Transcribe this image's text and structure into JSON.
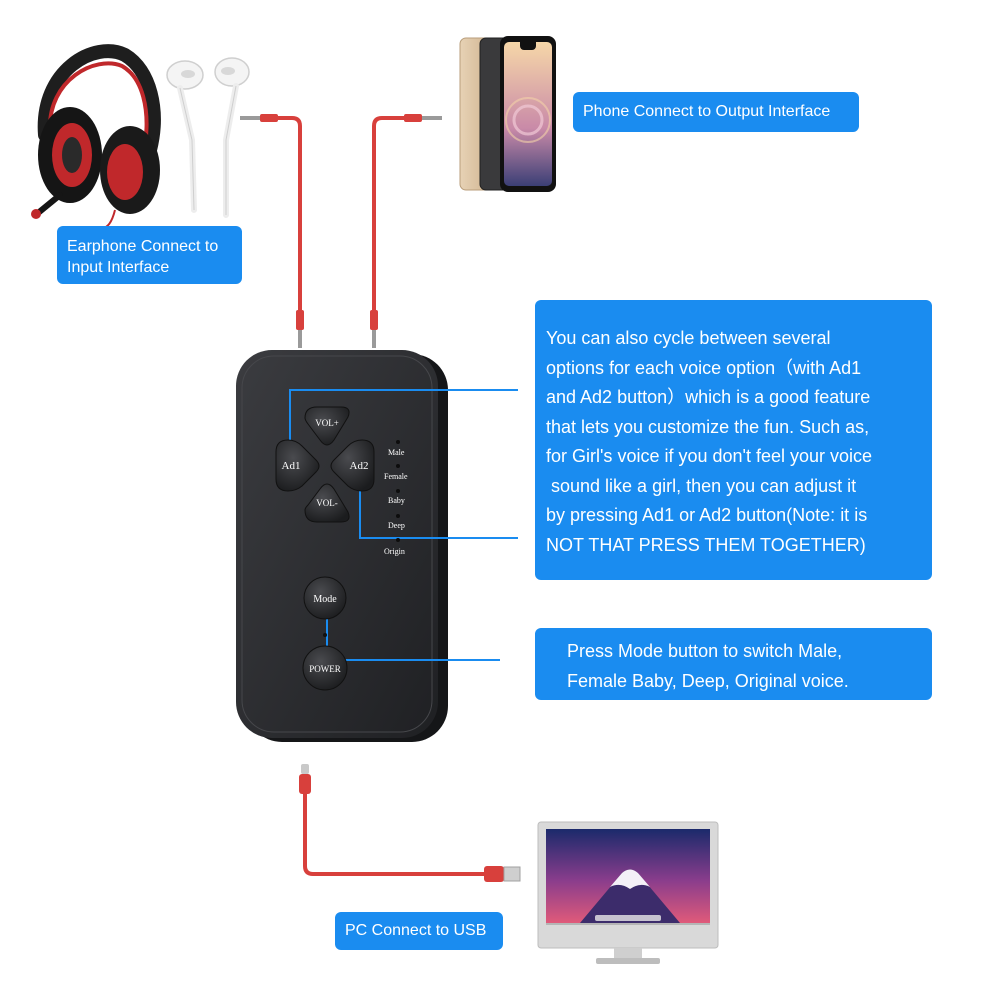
{
  "callouts": {
    "phone": "Phone Connect to Output Interface",
    "earphone_lines": [
      "Earphone Connect to",
      "Input Interface"
    ],
    "usb": "PC Connect to USB",
    "feature_lines": [
      "You can also cycle between several",
      "options for each voice option（with Ad1",
      "and Ad2 button）which is a good feature",
      "that lets you customize the fun. Such as,",
      "for Girl's voice if you don't feel your voice",
      " sound like a girl, then you can adjust it",
      "by pressing Ad1 or Ad2 button(Note: it is",
      "NOT THAT PRESS THEM TOGETHER)"
    ],
    "mode_lines": [
      "Press Mode button to switch Male,",
      "Female Baby, Deep, Original voice."
    ]
  },
  "device": {
    "buttons": {
      "vol_up": "VOL+",
      "vol_down": "VOL-",
      "ad1": "Ad1",
      "ad2": "Ad2",
      "mode": "Mode",
      "power": "POWER"
    },
    "leds": [
      "Male",
      "Female",
      "Baby",
      "Deep",
      "Origin"
    ]
  },
  "colors": {
    "callout_blue": "#1a8cf0",
    "cable_red": "#d8403c",
    "device_body": "#2c2d30"
  }
}
